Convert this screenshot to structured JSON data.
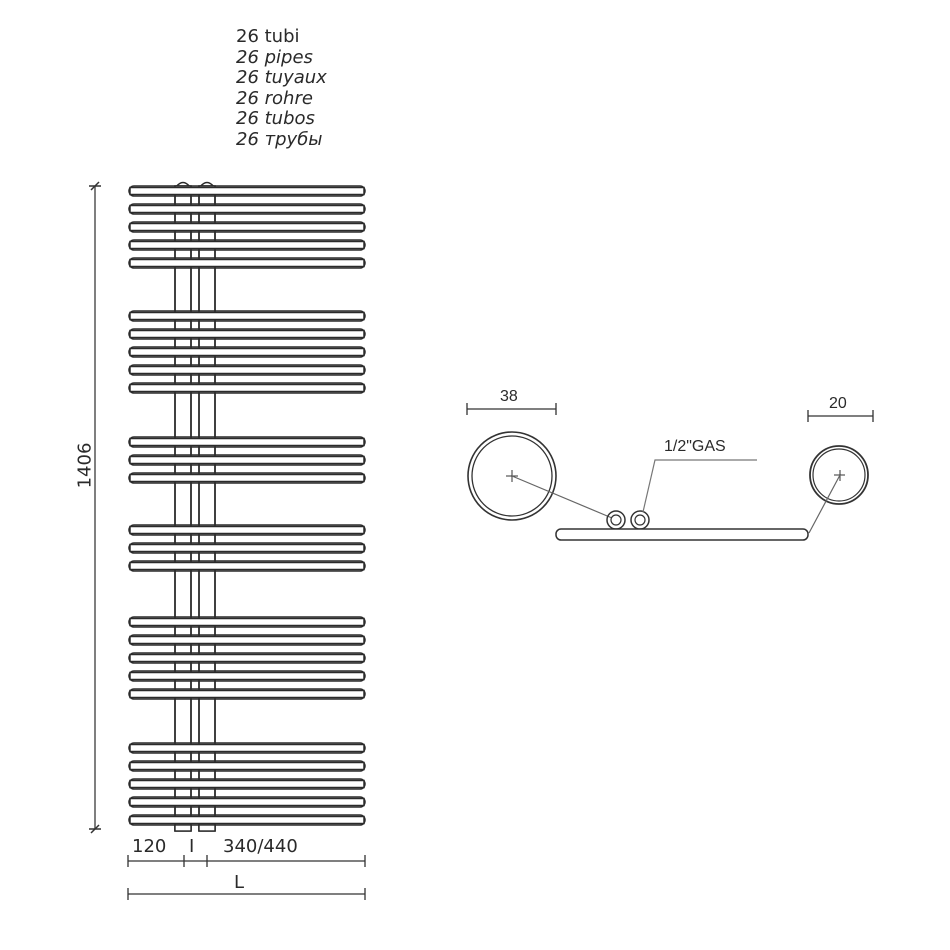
{
  "pipe_count_labels": [
    {
      "text": "26 tubi",
      "italic": false
    },
    {
      "text": "26 pipes",
      "italic": true
    },
    {
      "text": "26 tuyaux",
      "italic": true
    },
    {
      "text": "26 rohre",
      "italic": true
    },
    {
      "text": "26 tubos",
      "italic": true
    },
    {
      "text": "26 трубы",
      "italic": true
    }
  ],
  "front_view": {
    "height_dimension": "1406",
    "dim_left": "120",
    "dim_center": "I",
    "dim_right": "340/440",
    "dim_total": "L",
    "bar_groups": [
      5,
      5,
      3,
      3,
      5,
      5
    ],
    "bar_y": [
      191,
      209,
      227,
      245,
      263,
      316,
      334,
      352,
      370,
      388,
      442,
      460,
      478,
      530,
      548,
      566,
      622,
      640,
      658,
      676,
      694,
      748,
      766,
      784,
      802,
      820
    ]
  },
  "section_view": {
    "large_tube_diameter": "38",
    "small_tube_diameter": "20",
    "connection_label": "1/2\"GAS"
  },
  "colors": {
    "line": "#2b2b2b",
    "line_light": "#6a6a6a",
    "background": "#ffffff"
  }
}
